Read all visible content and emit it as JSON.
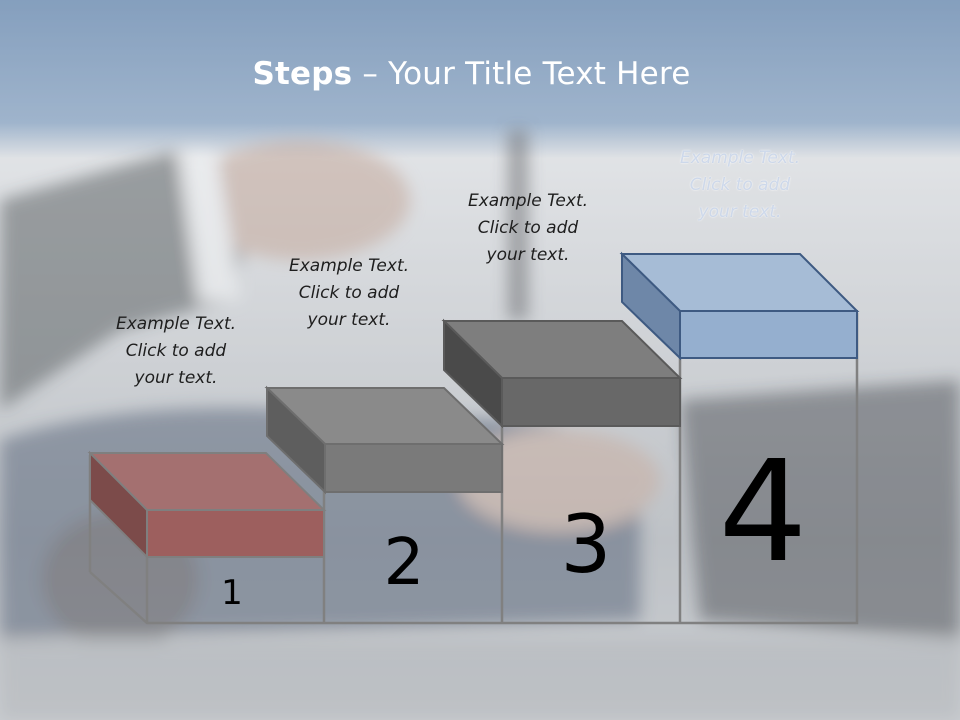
{
  "title": {
    "bold": "Steps",
    "rest": " – Your Title Text Here"
  },
  "steps": [
    {
      "number": "1",
      "caption": "Example Text.\nClick  to add\nyour text.",
      "color": "#9d5f5e"
    },
    {
      "number": "2",
      "caption": "Example Text.\nClick  to add\nyour text.",
      "color": "#7a7a7a"
    },
    {
      "number": "3",
      "caption": "Example Text.\nClick  to add\nyour text.",
      "color": "#686868"
    },
    {
      "number": "4",
      "caption": "Example Text.\nClick  to add\nyour text.",
      "color": "#95afcf"
    }
  ]
}
